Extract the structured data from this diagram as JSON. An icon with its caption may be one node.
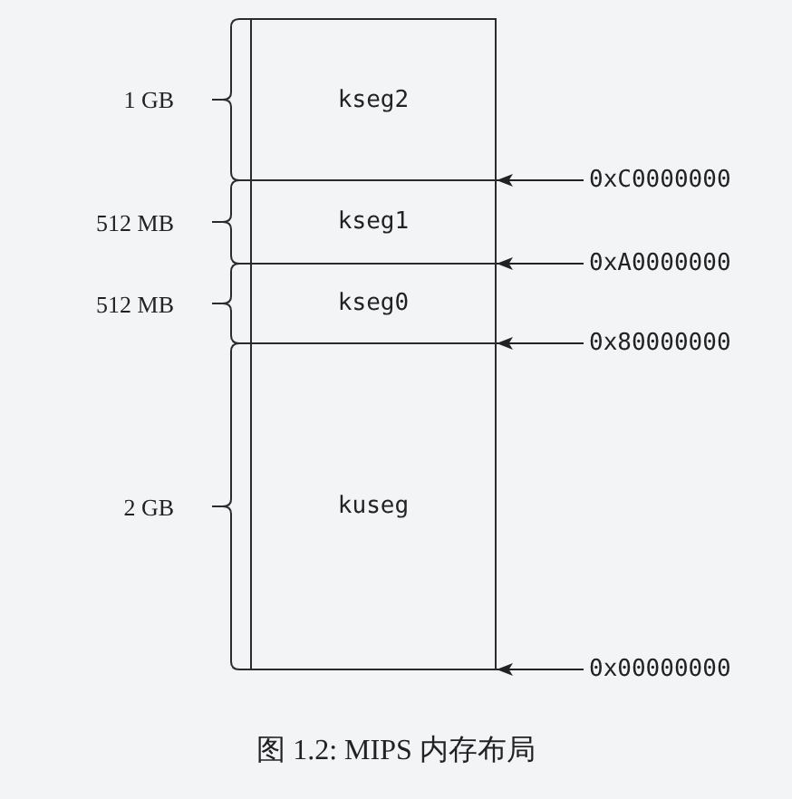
{
  "diagram": {
    "caption": "图 1.2: MIPS 内存布局",
    "nodes": [
      {
        "text": [
          "kseg2"
        ],
        "beside": [
          "1 GB"
        ]
      },
      {
        "text": [
          "kseg1"
        ],
        "beside": [
          "512 MB"
        ]
      },
      {
        "text": [
          "kseg0"
        ],
        "beside": [
          "512 MB"
        ]
      },
      {
        "text": [
          "kuseg"
        ],
        "beside": [
          "2 GB"
        ]
      },
      {
        "text": [
          "0xC0000000"
        ]
      },
      {
        "text": [
          "0xA0000000"
        ]
      },
      {
        "text": [
          "0x80000000"
        ]
      },
      {
        "text": [
          "0x00000000"
        ]
      }
    ],
    "edges": [
      {
        "from": 4,
        "to": 0,
        "arrow": "to"
      },
      {
        "from": 5,
        "to": 1,
        "arrow": "to"
      },
      {
        "from": 6,
        "to": 2,
        "arrow": "to"
      },
      {
        "from": 7,
        "to": 3,
        "arrow": "to"
      }
    ]
  }
}
